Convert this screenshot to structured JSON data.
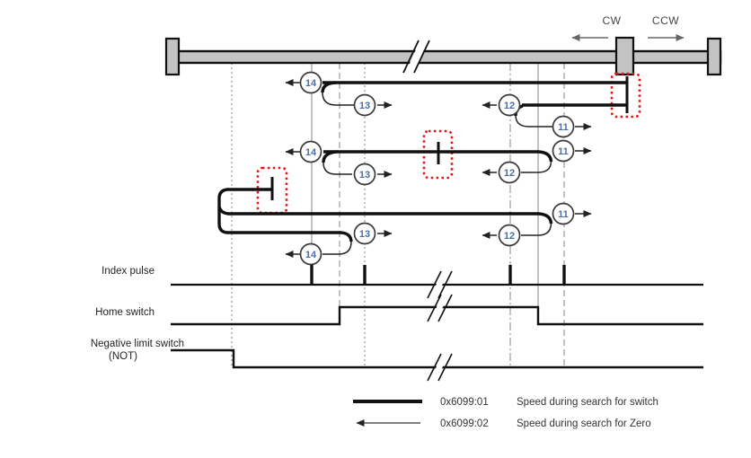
{
  "direction_labels": {
    "cw": "CW",
    "ccw": "CCW"
  },
  "method_markers": [
    "14",
    "13",
    "12",
    "11",
    "14",
    "13",
    "11",
    "12",
    "11",
    "12",
    "13",
    "14"
  ],
  "signal_labels": {
    "index": "Index pulse",
    "home": "Home switch",
    "negative_limit_line1": "Negative limit switch",
    "negative_limit_line2": "(NOT)"
  },
  "legend": {
    "items": [
      {
        "code": "0x6099:01",
        "description": "Speed during search for switch"
      },
      {
        "code": "0x6099:02",
        "description": "Speed during search for Zero"
      }
    ]
  },
  "colors": {
    "highlight_red": "#e01616",
    "marker_number_blue": "#4e6fa3",
    "line_black": "#111111",
    "rail_gray": "#c3c3c3",
    "arrow_gray": "#666666"
  }
}
